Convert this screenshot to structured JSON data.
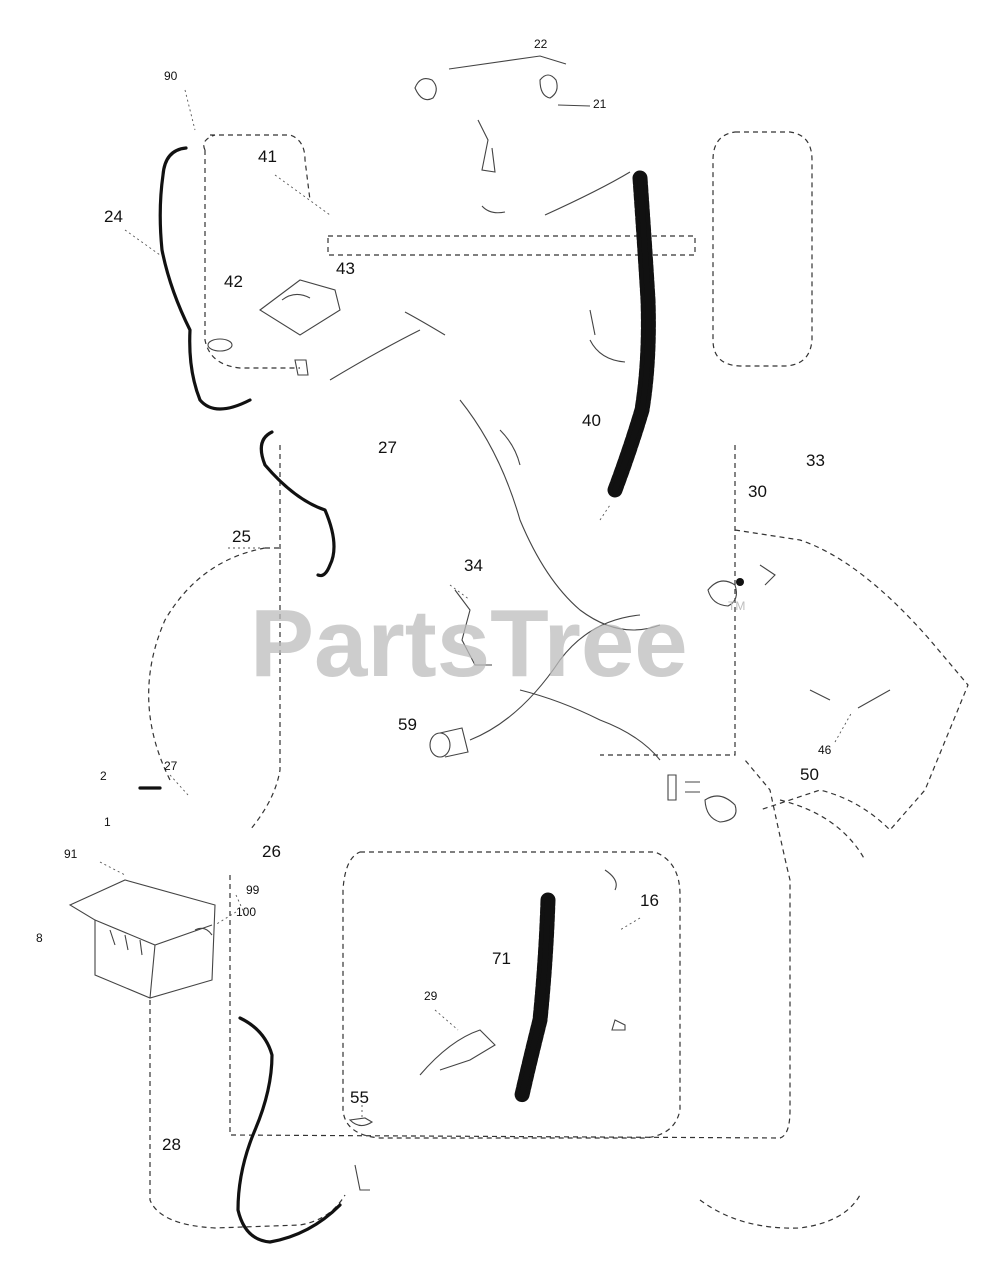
{
  "watermark": {
    "text": "PartsTree",
    "mark": "TM"
  },
  "callouts": [
    "90",
    "22",
    "21",
    "41",
    "24",
    "43",
    "42",
    "40",
    "27",
    "33",
    "30",
    "25",
    "34",
    "59",
    "46",
    "50",
    "2",
    "27",
    "1",
    "26",
    "91",
    "99",
    "100",
    "8",
    "16",
    "71",
    "29",
    "55",
    "28"
  ]
}
